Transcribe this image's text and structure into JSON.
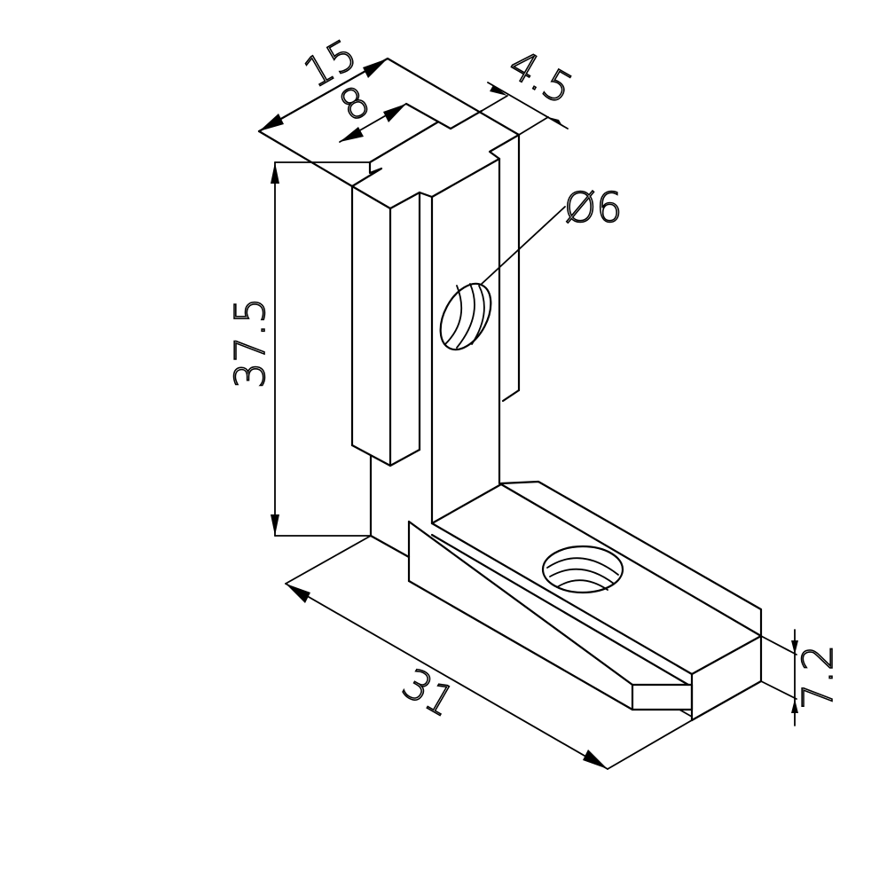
{
  "drawing": {
    "title": "Inner corner bracket (L-connector) isometric view",
    "line_color": "#000000",
    "background": "#ffffff"
  },
  "dimensions": {
    "width_top": {
      "label": "15"
    },
    "slot_width": {
      "label": "8"
    },
    "flange": {
      "label": "4.5"
    },
    "hole_diameter": {
      "label": "Ø6"
    },
    "height": {
      "label": "37.5"
    },
    "length": {
      "label": "31"
    },
    "thickness": {
      "label": "7.2"
    }
  }
}
